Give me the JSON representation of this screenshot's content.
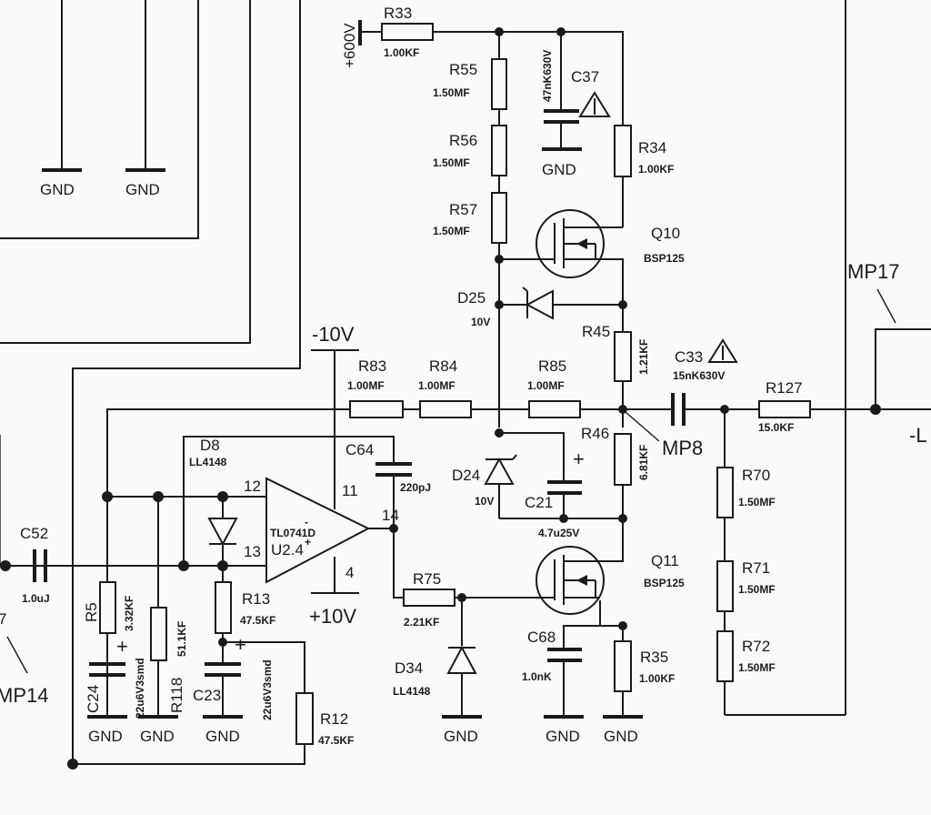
{
  "supplies": {
    "p600": "+600V",
    "m10": "-10V",
    "p10": "+10V"
  },
  "gnd_label": "GND",
  "resistors": {
    "R33": {
      "ref": "R33",
      "value": "1.00KF"
    },
    "R55": {
      "ref": "R55",
      "value": "1.50MF"
    },
    "R56": {
      "ref": "R56",
      "value": "1.50MF"
    },
    "R57": {
      "ref": "R57",
      "value": "1.50MF"
    },
    "R34": {
      "ref": "R34",
      "value": "1.00KF"
    },
    "R45": {
      "ref": "R45",
      "value": "1.21KF"
    },
    "R46": {
      "ref": "R46",
      "value": "6.81KF"
    },
    "R83": {
      "ref": "R83",
      "value": "1.00MF"
    },
    "R84": {
      "ref": "R84",
      "value": "1.00MF"
    },
    "R85": {
      "ref": "R85",
      "value": "1.00MF"
    },
    "R127": {
      "ref": "R127",
      "value": "15.0KF"
    },
    "R70": {
      "ref": "R70",
      "value": "1.50MF"
    },
    "R71": {
      "ref": "R71",
      "value": "1.50MF"
    },
    "R72": {
      "ref": "R72",
      "value": "1.50MF"
    },
    "R75": {
      "ref": "R75",
      "value": "2.21KF"
    },
    "R35": {
      "ref": "R35",
      "value": "1.00KF"
    },
    "R5": {
      "ref": "R5",
      "value": "3.32KF"
    },
    "R118": {
      "ref": "R118",
      "value": "51.1KF"
    },
    "R13": {
      "ref": "R13",
      "value": "47.5KF"
    },
    "R12": {
      "ref": "R12",
      "value": "47.5KF"
    }
  },
  "capacitors": {
    "C37": {
      "ref": "C37",
      "value": "47nK630V"
    },
    "C33": {
      "ref": "C33",
      "value": "15nK630V"
    },
    "C64": {
      "ref": "C64",
      "value": "220pJ"
    },
    "C21": {
      "ref": "C21",
      "value": "4.7u25V"
    },
    "C68": {
      "ref": "C68",
      "value": "1.0nK"
    },
    "C52": {
      "ref": "C52",
      "value": "1.0uJ"
    },
    "C24": {
      "ref": "C24",
      "value": "22u6V3smd"
    },
    "C23": {
      "ref": "C23",
      "value": "22u6V3smd"
    }
  },
  "transistors": {
    "Q10": {
      "ref": "Q10",
      "type": "BSP125"
    },
    "Q11": {
      "ref": "Q11",
      "type": "BSP125"
    }
  },
  "diodes": {
    "D25": {
      "ref": "D25",
      "value": "10V"
    },
    "D24": {
      "ref": "D24",
      "value": "10V"
    },
    "D8": {
      "ref": "D8",
      "value": "LL4148"
    },
    "D34": {
      "ref": "D34",
      "value": "LL4148"
    }
  },
  "opamp": {
    "part": "TL0741D",
    "ref": "U2.4",
    "pin_in_plus": "12",
    "pin_in_minus": "13",
    "pin_out": "14",
    "pin_vneg": "11",
    "pin_vpos": "4",
    "sign_minus": "-",
    "sign_plus": "+"
  },
  "test_points": {
    "MP8": "MP8",
    "MP14": "MP14",
    "MP17": "MP17"
  },
  "clipped": {
    "right_edge": "-L",
    "left_pin": "7"
  },
  "polarity_mark": "+",
  "icons": {
    "warning": "warning-triangle-icon"
  }
}
